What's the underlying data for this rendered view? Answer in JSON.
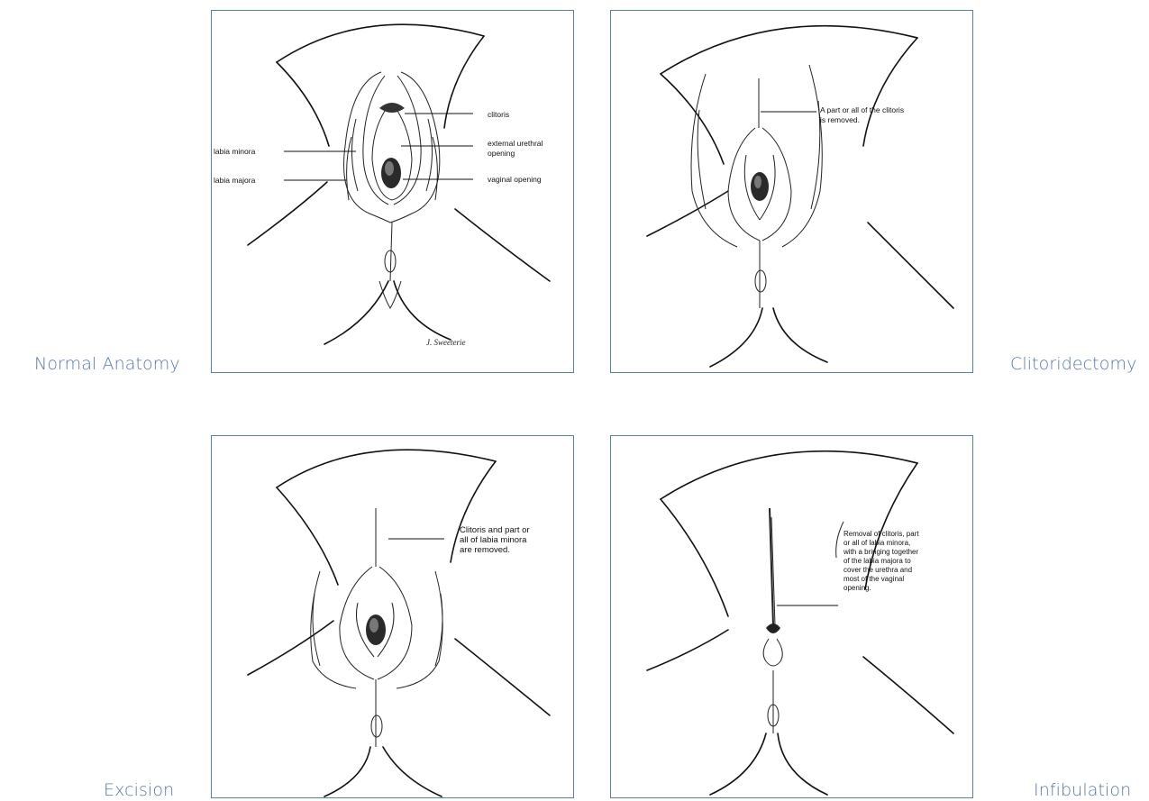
{
  "captions": {
    "normal": "Normal Anatomy",
    "clitoridectomy": "Clitoridectomy",
    "excision": "Excision",
    "infibulation": "Infibulation"
  },
  "normal_labels": {
    "clitoris": "clitoris",
    "urethral_1": "external urethral",
    "urethral_2": "opening",
    "vaginal": "vaginal opening",
    "minora": "labia minora",
    "majora": "labia majora",
    "signature": "J. Sweeterie"
  },
  "clitoridectomy_text": [
    "A part or all of the clitoris",
    "is removed."
  ],
  "excision_text": [
    "Clitoris and part or",
    "all of labia minora",
    "are removed."
  ],
  "infibulation_text": [
    "Removal of clitoris, part",
    "or all of labia minora,",
    "with a bringing together",
    "of the labia majora to",
    "cover the urethra and",
    "most of the vaginal",
    "opening."
  ],
  "colors": {
    "caption": "#5878a8",
    "frame": "#5a7cb5",
    "ink": "#111111"
  }
}
